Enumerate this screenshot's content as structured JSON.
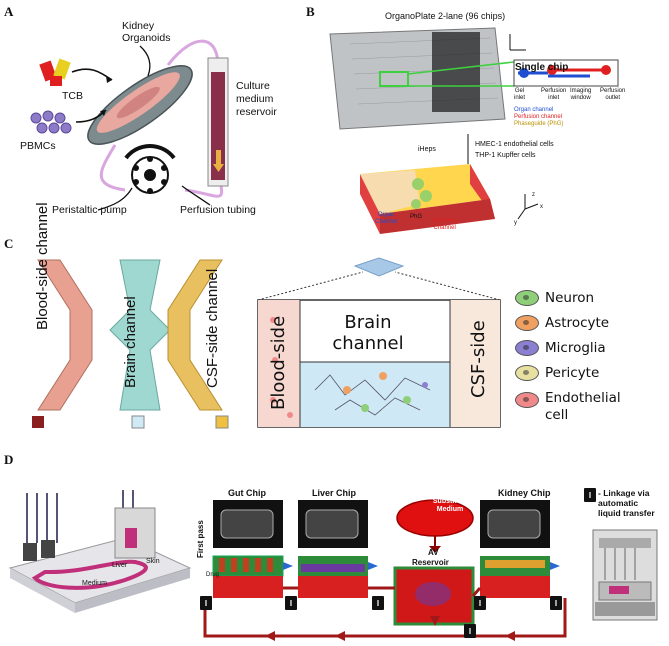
{
  "panels": {
    "A": {
      "letter": "A",
      "kidney_organoids": "Kidney\nOrganoids",
      "tcb": "TCB",
      "pbmcs": "PBMCs",
      "culture_medium_reservoir": "Culture\nmedium\nreservoir",
      "peristaltic_pump": "Peristaltic pump",
      "perfusion_tubing": "Perfusion tubing"
    },
    "B": {
      "letter": "B",
      "organoplate_title": "OrganoPlate 2-lane (96 chips)",
      "single_chip": "Single chip",
      "chip_labels": [
        "Gel\ninlet",
        "Perfusion\ninlet",
        "Imaging\nwindow",
        "Perfusion\noutlet"
      ],
      "legend": [
        "Organ channel",
        "Perfusion channel",
        "Phaseguide (PhG)"
      ],
      "legend_colors": [
        "#1f4fd0",
        "#e02020",
        "#e8c020"
      ],
      "iheps": "iHeps",
      "hmec": "HMEC-1 endothelial cells",
      "thp": "THP-1 Kupffer cells",
      "organ_channel": "Organ\nChannel",
      "phg": "PhG",
      "perfusion_channel": "Perfusion\nChannel",
      "axes": [
        "z",
        "x",
        "y"
      ]
    },
    "C": {
      "letter": "C",
      "blood_side_channel": "Blood-side channel",
      "brain_channel_vertical": "Brain channel",
      "csf_side_channel": "CSF-side channel",
      "blood_side": "Blood-side",
      "brain_channel": "Brain\nchannel",
      "csf_side": "CSF-side",
      "legend": [
        {
          "label": "Neuron",
          "color": "#8fcf7a"
        },
        {
          "label": "Astrocyte",
          "color": "#f0a060"
        },
        {
          "label": "Microglia",
          "color": "#8a7fd0"
        },
        {
          "label": "Pericyte",
          "color": "#e8e0a0"
        },
        {
          "label": "Endothelial\ncell",
          "color": "#f08a8a"
        }
      ]
    },
    "D": {
      "letter": "D",
      "liver": "Liver",
      "skin": "Skin",
      "medium": "Medium",
      "gut_chip": "Gut Chip",
      "liver_chip": "Liver Chip",
      "fresh_blood": "Fresh Blood\nSubstitute\nMedium",
      "av": "AV",
      "reservoir": "Reservoir",
      "kidney_chip": "Kidney Chip",
      "linkage": "- Linkage via\nautomatic\nliquid transfer",
      "first_pass": "First pass",
      "drug": "Drug",
      "icon_glyph": "I"
    }
  }
}
